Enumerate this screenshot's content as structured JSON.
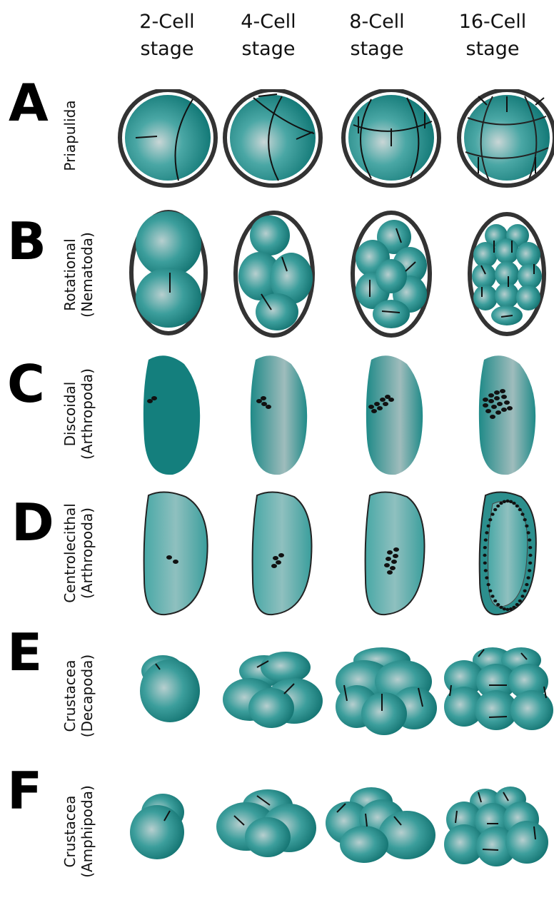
{
  "columns": [
    "2-Cell\nstage",
    "4-Cell\nstage",
    "8-Cell\nstage",
    "16-Cell\nstage"
  ],
  "rows": [
    {
      "letter": "A",
      "label": "Priapulida"
    },
    {
      "letter": "B",
      "label": "Rotational\n(Nematoda)"
    },
    {
      "letter": "C",
      "label": "Discoidal\n(Arthropoda)"
    },
    {
      "letter": "D",
      "label": "Centrolecithal\n(Arthropoda)"
    },
    {
      "letter": "E",
      "label": "Crustacea\n(Decapoda)"
    },
    {
      "letter": "F",
      "label": "Crustacea\n(Amphipoda)"
    }
  ],
  "colors": {
    "teal": "#2a9896",
    "teal_dark": "#157a79",
    "teal_light": "#c6dcdc",
    "outline": "#333333"
  }
}
